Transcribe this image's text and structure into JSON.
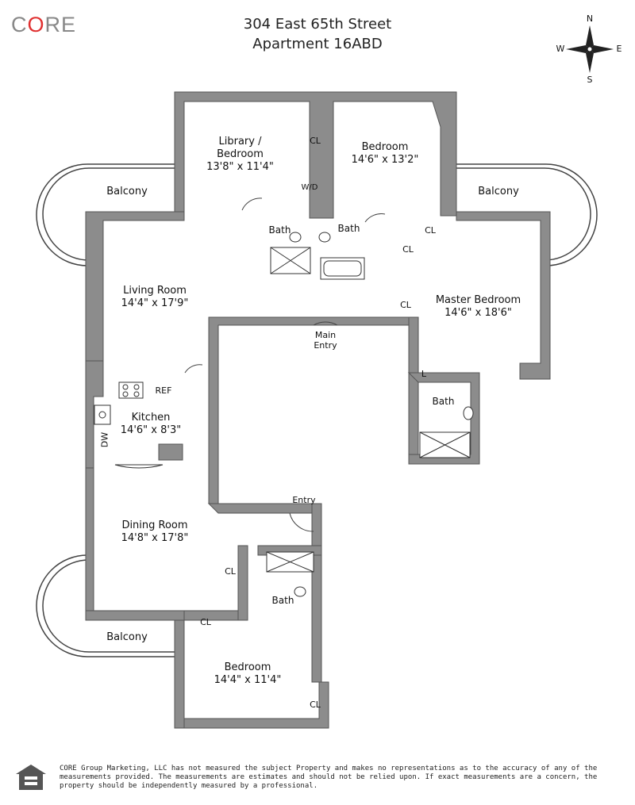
{
  "brand": {
    "prefix": "C",
    "highlight": "O",
    "suffix": "RE"
  },
  "header": {
    "address": "304 East 65th Street",
    "unit": "Apartment 16ABD"
  },
  "compass": {
    "n": "N",
    "s": "S",
    "e": "E",
    "w": "W"
  },
  "rooms": {
    "library": {
      "name_line1": "Library /",
      "name_line2": "Bedroom",
      "dims": "13'8\" x 11'4\""
    },
    "bedroom_north": {
      "name": "Bedroom",
      "dims": "14'6\" x 13'2\""
    },
    "living": {
      "name": "Living Room",
      "dims": "14'4\" x 17'9\""
    },
    "master": {
      "name": "Master Bedroom",
      "dims": "14'6\" x 18'6\""
    },
    "kitchen": {
      "name": "Kitchen",
      "dims": "14'6\" x 8'3\""
    },
    "dining": {
      "name": "Dining Room",
      "dims": "14'8\" x 17'8\""
    },
    "bedroom_south": {
      "name": "Bedroom",
      "dims": "14'4\" x 11'4\""
    }
  },
  "labels": {
    "balcony": "Balcony",
    "bath": "Bath",
    "closet": "CL",
    "linen": "L",
    "washer_dryer": "W/D",
    "dishwasher": "DW",
    "refrigerator": "REF",
    "main_entry_line1": "Main",
    "main_entry_line2": "Entry",
    "entry": "Entry"
  },
  "footer": {
    "disclaimer": "CORE Group Marketing, LLC has not measured the subject Property and makes no representations as to the accuracy of any of the measurements provided. The measurements are estimates and should not be relied upon. If exact measurements are a concern, the property should be independently measured by a professional."
  },
  "colors": {
    "wall": "#8c8c8c",
    "brand_accent": "#e03030",
    "brand_gray": "#888888"
  }
}
